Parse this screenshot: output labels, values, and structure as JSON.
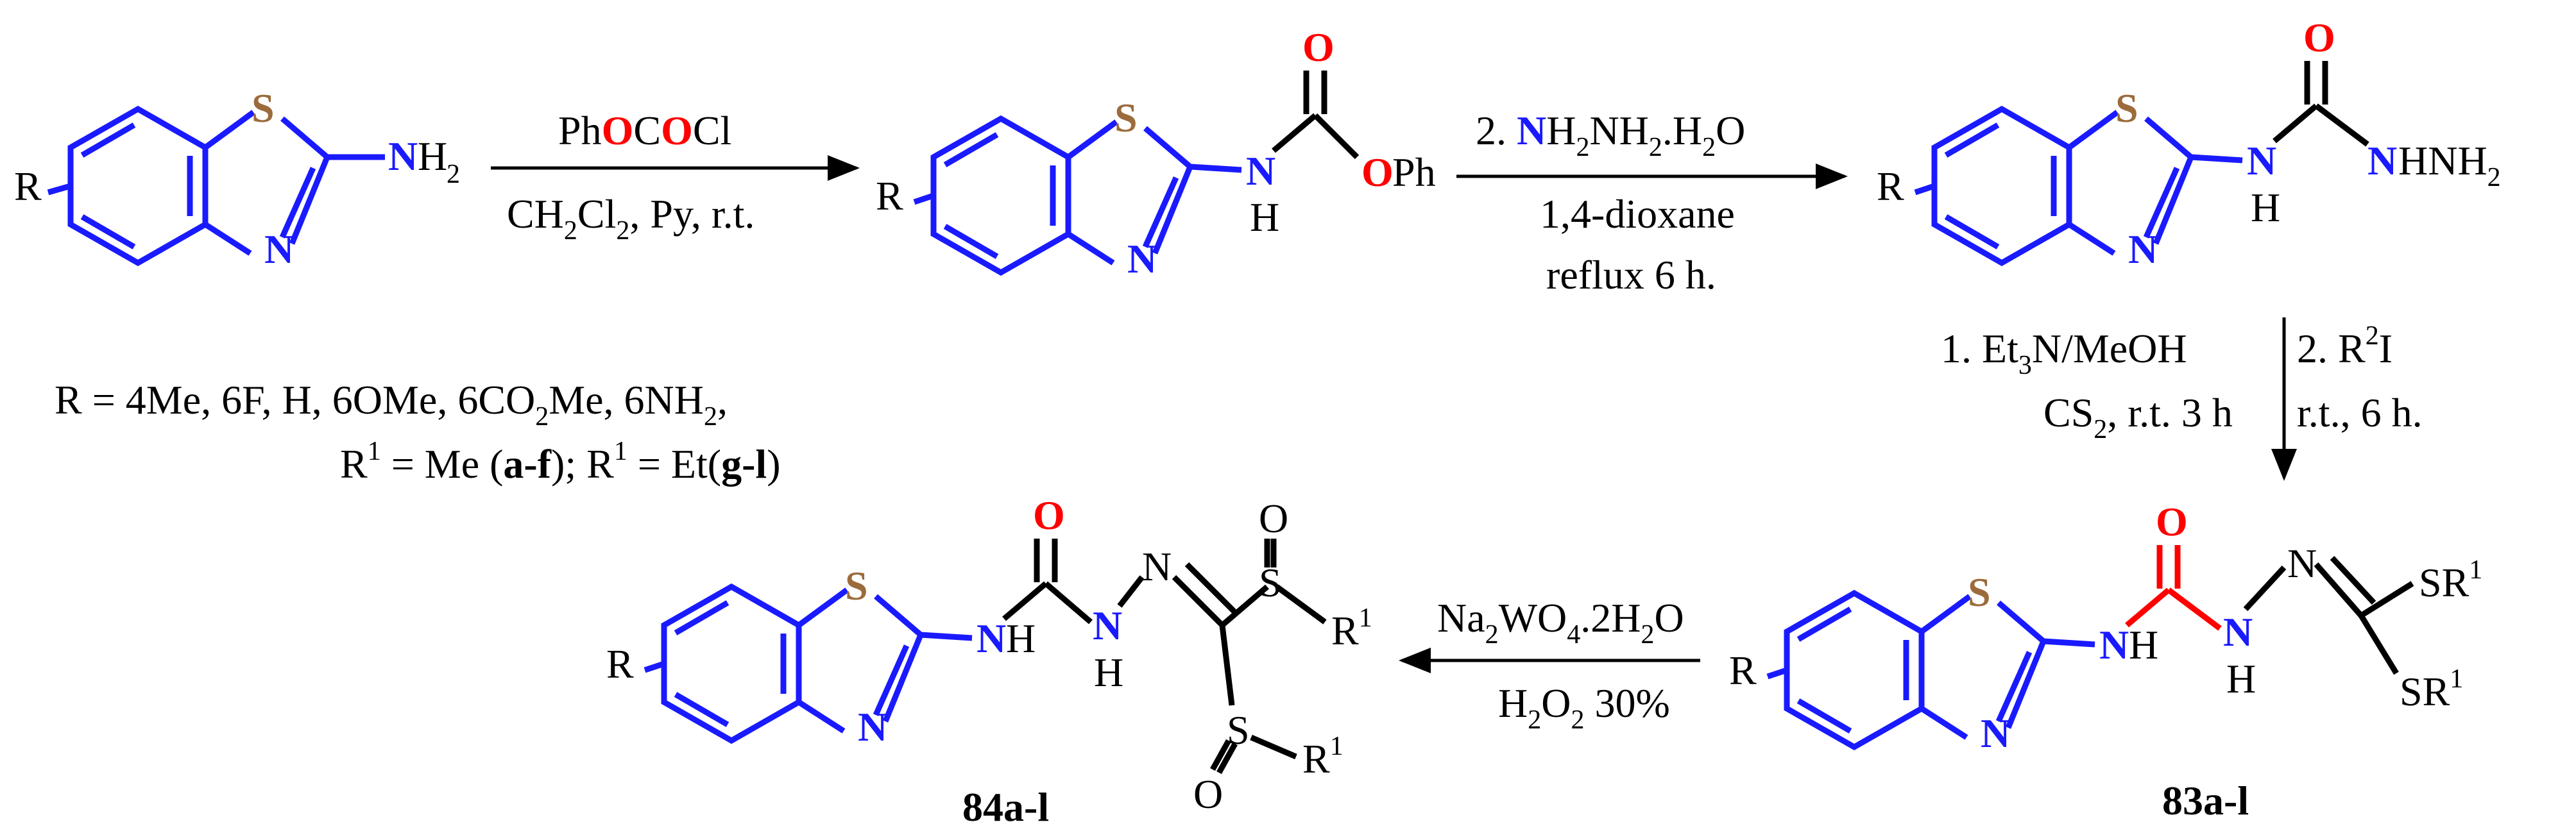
{
  "colors": {
    "ring": "#1a1aff",
    "sulfur": "#9c6b3c",
    "oxygen": "#ff0000",
    "nitrogen": "#1a1aff",
    "carbonyl_bond": "#ff0000",
    "text": "#000000"
  },
  "atoms": {
    "S": "S",
    "N": "N",
    "H": "H",
    "O": "O",
    "R": "R",
    "R1": "R",
    "one": "1"
  },
  "compounds": {
    "amine": {
      "H2": "H",
      "two": "2"
    },
    "carbamate": {
      "OPh_ph": "Ph"
    },
    "semicarbazide": {
      "HNH2": "HNH",
      "two": "2"
    },
    "c83": {
      "label": "83a-l"
    },
    "c84": {
      "label": "84a-l"
    }
  },
  "steps": {
    "step1": {
      "ph1": "Ph",
      "o1": "O",
      "c": "C",
      "o2": "O",
      "cl": "Cl",
      "line2_a": "CH",
      "sub2a": "2",
      "line2_b": "Cl",
      "sub2b": "2",
      "line2_c": ", Py, r.t."
    },
    "step2": {
      "num": "2. ",
      "n": "N",
      "h2nh2": "H",
      "s2a": "2",
      "nh": "NH",
      "s2b": "2",
      "h2o": ".H",
      "s2c": "2",
      "o": "O",
      "solvent": "1,4-dioxane",
      "condition": "reflux 6 h."
    },
    "step3": {
      "left1_a": "1. Et",
      "left1_sub": "3",
      "left1_b": "N/MeOH",
      "left2_a": "CS",
      "left2_sub": "2",
      "left2_b": ", r.t. 3 h",
      "right1_a": "2. R",
      "right1_sup": "2",
      "right1_b": "I",
      "right2": "r.t., 6 h."
    },
    "step4": {
      "na": "Na",
      "s1": "2",
      "wo": "WO",
      "s2": "4",
      "rest": ".2H",
      "s3": "2",
      "o": "O",
      "h2o2_a": "H",
      "s4": "2",
      "h2o2_b": "O",
      "s5": "2",
      "h2o2_c": " 30%"
    }
  },
  "legend": {
    "line1": "R = 4Me,  6F,  H,  6OMe,  6CO",
    "line1_sub": "2",
    "line1_b": "Me,  6NH",
    "line1_sub2": "2",
    "line1_c": ",",
    "line2_a": "R",
    "line2_sup": "1",
    "line2_b": " = Me (",
    "line2_bold1": "a-f",
    "line2_c": "); R",
    "line2_sup2": "1",
    "line2_d": " = Et(",
    "line2_bold2": "g-l",
    "line2_e": ")"
  }
}
